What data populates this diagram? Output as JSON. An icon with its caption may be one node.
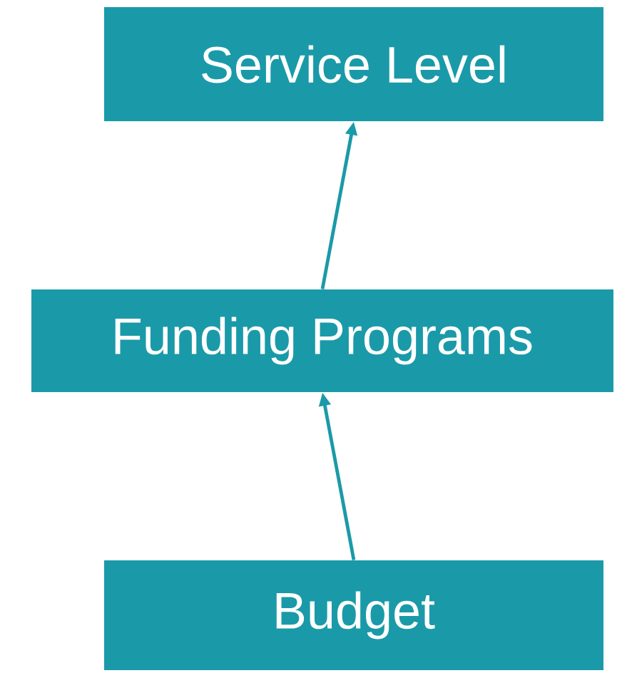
{
  "diagram": {
    "nodes": [
      {
        "text": [
          "Service Level"
        ]
      },
      {
        "text": [
          "Funding Programs"
        ]
      },
      {
        "text": [
          "Budget"
        ]
      }
    ],
    "edges": [
      {
        "from": 1,
        "to": 0,
        "arrow": "to"
      },
      {
        "from": 2,
        "to": 1,
        "arrow": "to"
      }
    ]
  }
}
